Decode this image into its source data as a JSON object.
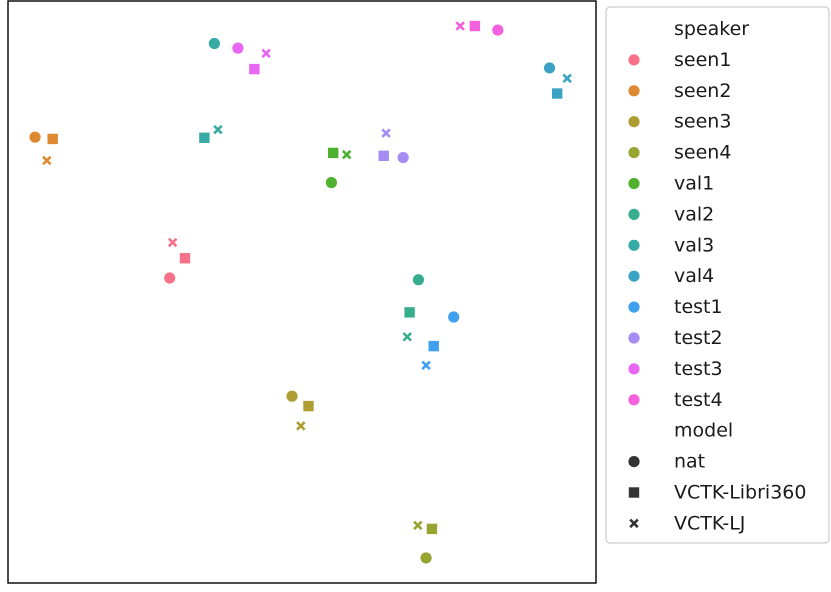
{
  "chart_data": {
    "type": "scatter",
    "title": "",
    "xlabel": "",
    "ylabel": "",
    "xlim": [
      0,
      100
    ],
    "ylim": [
      0,
      100
    ],
    "grid": false,
    "axis_ticks": false,
    "legend_placement": "outside-right",
    "legend": {
      "hue_title": "speaker",
      "style_title": "model"
    },
    "speakers": [
      {
        "name": "seen1",
        "color": "#f77189"
      },
      {
        "name": "seen2",
        "color": "#dc8932"
      },
      {
        "name": "seen3",
        "color": "#ae9d31"
      },
      {
        "name": "seen4",
        "color": "#97a431"
      },
      {
        "name": "val1",
        "color": "#50b131"
      },
      {
        "name": "val2",
        "color": "#36ae8e"
      },
      {
        "name": "val3",
        "color": "#38aaa5"
      },
      {
        "name": "val4",
        "color": "#3ba3c4"
      },
      {
        "name": "test1",
        "color": "#3ea0ef"
      },
      {
        "name": "test2",
        "color": "#a48cf4"
      },
      {
        "name": "test3",
        "color": "#e866f4"
      },
      {
        "name": "test4",
        "color": "#f561dd"
      }
    ],
    "models": [
      {
        "name": "nat",
        "marker": "circle"
      },
      {
        "name": "VCTK-Libri360",
        "marker": "square"
      },
      {
        "name": "VCTK-LJ",
        "marker": "x"
      }
    ],
    "points": [
      {
        "speaker": "seen1",
        "model": "nat",
        "x": 27.5,
        "y": 52.4
      },
      {
        "speaker": "seen1",
        "model": "VCTK-Libri360",
        "x": 30.1,
        "y": 55.8
      },
      {
        "speaker": "seen1",
        "model": "VCTK-LJ",
        "x": 28.0,
        "y": 58.5
      },
      {
        "speaker": "seen2",
        "model": "nat",
        "x": 4.6,
        "y": 76.6
      },
      {
        "speaker": "seen2",
        "model": "VCTK-Libri360",
        "x": 7.6,
        "y": 76.3
      },
      {
        "speaker": "seen2",
        "model": "VCTK-LJ",
        "x": 6.6,
        "y": 72.6
      },
      {
        "speaker": "seen3",
        "model": "nat",
        "x": 48.3,
        "y": 32.1
      },
      {
        "speaker": "seen3",
        "model": "VCTK-Libri360",
        "x": 51.1,
        "y": 30.4
      },
      {
        "speaker": "seen3",
        "model": "VCTK-LJ",
        "x": 49.8,
        "y": 27.0
      },
      {
        "speaker": "seen4",
        "model": "nat",
        "x": 71.1,
        "y": 4.3
      },
      {
        "speaker": "seen4",
        "model": "VCTK-Libri360",
        "x": 72.1,
        "y": 9.3
      },
      {
        "speaker": "seen4",
        "model": "VCTK-LJ",
        "x": 69.7,
        "y": 9.9
      },
      {
        "speaker": "val1",
        "model": "nat",
        "x": 55.0,
        "y": 68.8
      },
      {
        "speaker": "val1",
        "model": "VCTK-Libri360",
        "x": 55.3,
        "y": 73.9
      },
      {
        "speaker": "val1",
        "model": "VCTK-LJ",
        "x": 57.6,
        "y": 73.6
      },
      {
        "speaker": "val2",
        "model": "nat",
        "x": 69.8,
        "y": 52.1
      },
      {
        "speaker": "val2",
        "model": "VCTK-Libri360",
        "x": 68.3,
        "y": 46.5
      },
      {
        "speaker": "val2",
        "model": "VCTK-LJ",
        "x": 67.9,
        "y": 42.3
      },
      {
        "speaker": "val3",
        "model": "nat",
        "x": 35.1,
        "y": 92.7
      },
      {
        "speaker": "val3",
        "model": "VCTK-Libri360",
        "x": 33.4,
        "y": 76.5
      },
      {
        "speaker": "val3",
        "model": "VCTK-LJ",
        "x": 35.7,
        "y": 77.9
      },
      {
        "speaker": "val4",
        "model": "nat",
        "x": 92.1,
        "y": 88.5
      },
      {
        "speaker": "val4",
        "model": "VCTK-Libri360",
        "x": 93.4,
        "y": 84.1
      },
      {
        "speaker": "val4",
        "model": "VCTK-LJ",
        "x": 95.1,
        "y": 86.7
      },
      {
        "speaker": "test1",
        "model": "nat",
        "x": 75.8,
        "y": 45.7
      },
      {
        "speaker": "test1",
        "model": "VCTK-Libri360",
        "x": 72.4,
        "y": 40.7
      },
      {
        "speaker": "test1",
        "model": "VCTK-LJ",
        "x": 71.1,
        "y": 37.4
      },
      {
        "speaker": "test2",
        "model": "nat",
        "x": 67.2,
        "y": 73.1
      },
      {
        "speaker": "test2",
        "model": "VCTK-Libri360",
        "x": 63.9,
        "y": 73.4
      },
      {
        "speaker": "test2",
        "model": "VCTK-LJ",
        "x": 64.3,
        "y": 77.3
      },
      {
        "speaker": "test3",
        "model": "nat",
        "x": 39.1,
        "y": 91.9
      },
      {
        "speaker": "test3",
        "model": "VCTK-Libri360",
        "x": 41.9,
        "y": 88.3
      },
      {
        "speaker": "test3",
        "model": "VCTK-LJ",
        "x": 43.9,
        "y": 91.0
      },
      {
        "speaker": "test4",
        "model": "nat",
        "x": 83.3,
        "y": 95.0
      },
      {
        "speaker": "test4",
        "model": "VCTK-Libri360",
        "x": 79.4,
        "y": 95.7
      },
      {
        "speaker": "test4",
        "model": "VCTK-LJ",
        "x": 76.9,
        "y": 95.7
      }
    ]
  }
}
